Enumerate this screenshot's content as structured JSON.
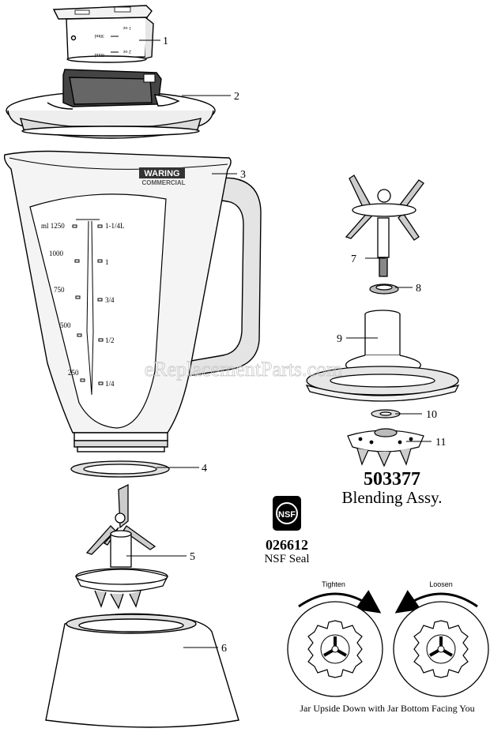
{
  "callouts": [
    "1",
    "2",
    "3",
    "4",
    "5",
    "6",
    "7",
    "8",
    "9",
    "10",
    "11"
  ],
  "cap_marks": {
    "oz1": "1 oz",
    "ml30": "30ml",
    "oz2": "2 oz",
    "ml60": "60ml"
  },
  "jar": {
    "brand": "WARING",
    "brand_sub": "COMMERCIAL",
    "ml_marks": [
      "ml 1250",
      "1000",
      "750",
      "500",
      "250"
    ],
    "liter_marks": [
      "1-1/4L",
      "1",
      "3/4",
      "1/2",
      "1/4"
    ]
  },
  "watermark": "eReplacementParts.com",
  "assembly": {
    "number": "503377",
    "name": "Blending Assy."
  },
  "nsf": {
    "logo": "NSF",
    "number": "026612",
    "name": "NSF Seal"
  },
  "tighten_label": "Tighten",
  "loosen_label": "Loosen",
  "caption": "Jar Upside Down with Jar Bottom Facing You"
}
